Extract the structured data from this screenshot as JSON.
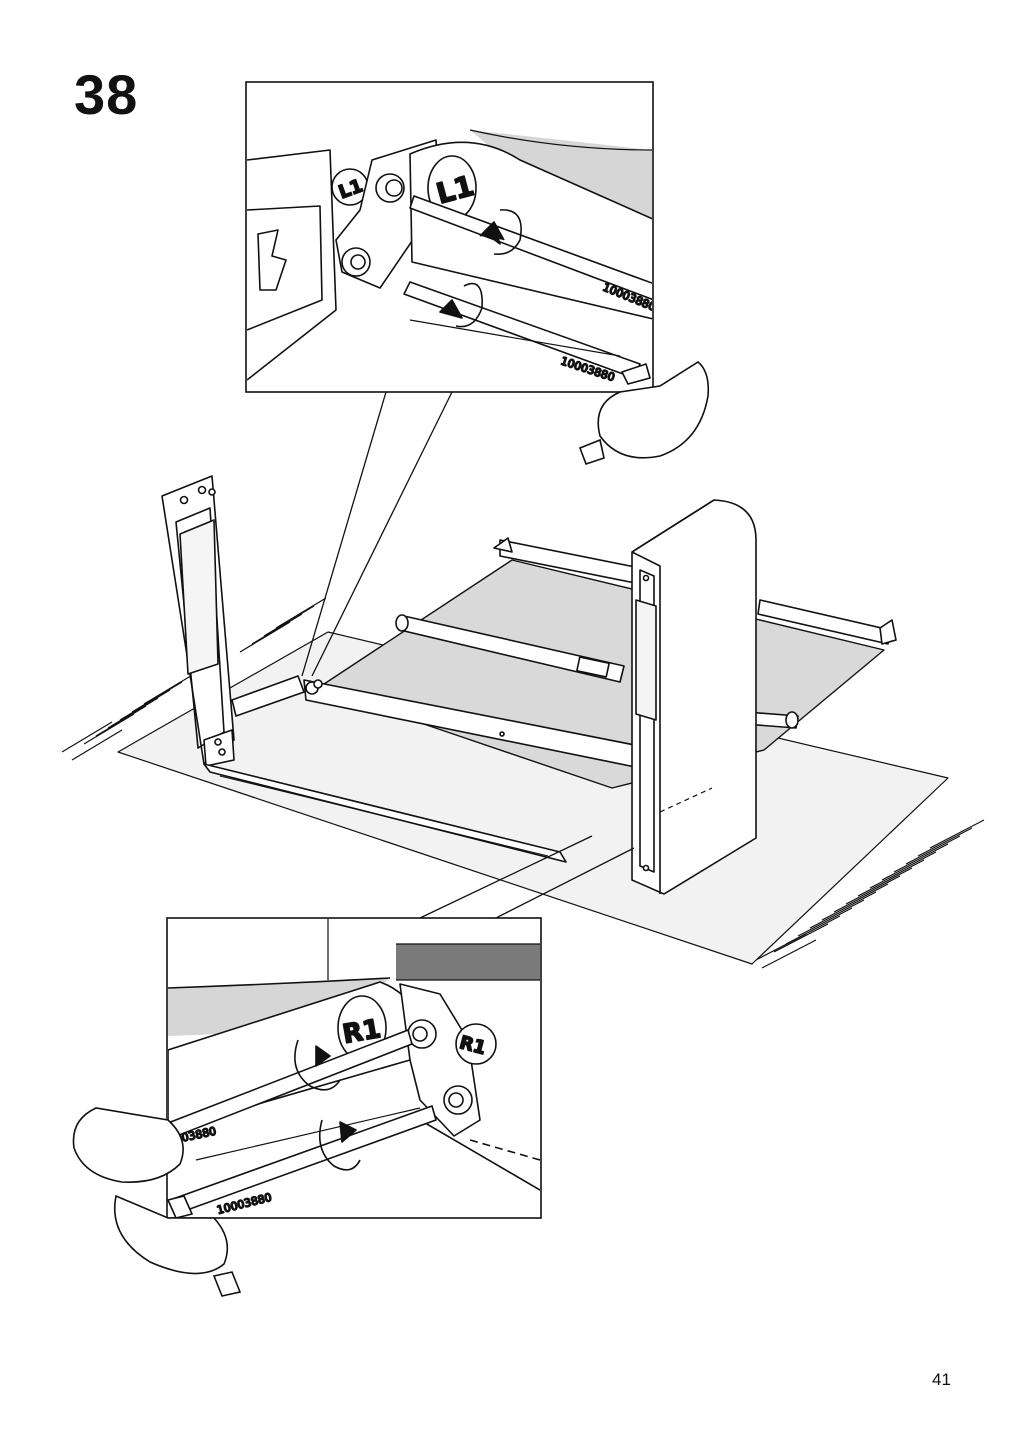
{
  "step": {
    "number": "38"
  },
  "detail_top": {
    "marker_left": "L1",
    "marker_right": "L1",
    "part_code_1": "10003880",
    "part_code_2": "10003880"
  },
  "detail_bottom": {
    "marker_left": "R1",
    "marker_right": "R1",
    "part_code_1": "10003880",
    "part_code_2": "10003880"
  },
  "page": {
    "number": "41"
  },
  "icons": [
    "allen-key-icon",
    "rotate-arrow-icon"
  ]
}
